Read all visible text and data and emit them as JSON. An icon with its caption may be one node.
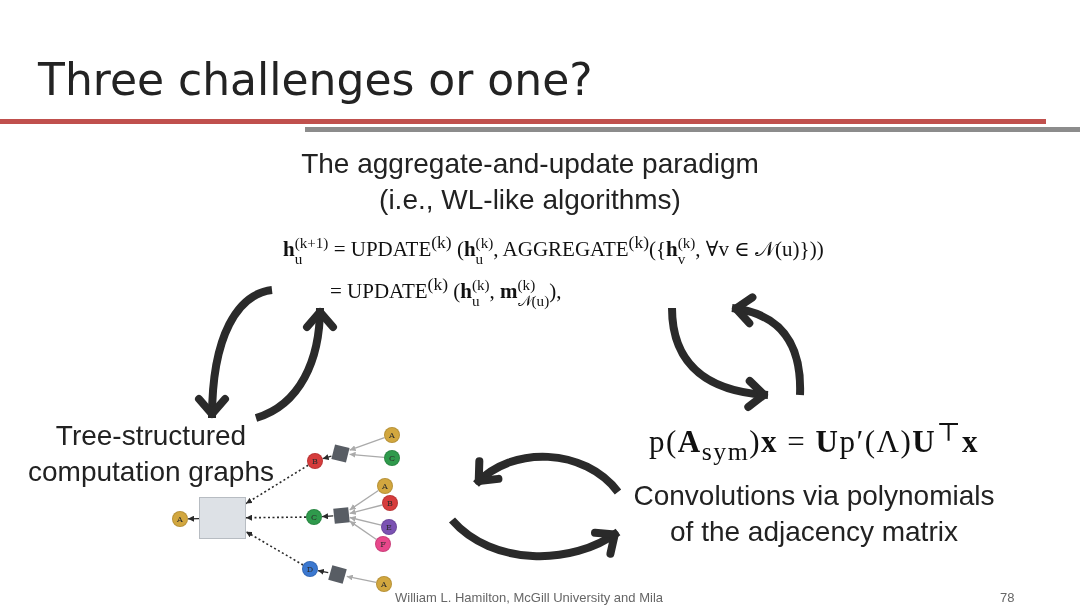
{
  "diagram": {
    "title": "Three challenges or one?",
    "nodes": [
      {
        "text": [
          "The aggregate-and-update paradigm (i.e., WL-like algorithms)",
          "**h**$_{u}$$^{(k+1)}$ = UPDATE$^{(k)}$ (**h**$_{u}$$^{(k)}$, AGGREGATE$^{(k)}$({**h**$_{v}$$^{(k)}$, ∀v ∈ 𝒩(u)}))",
          "= UPDATE$^{(k)}$ (**h**$_{u}$$^{(k)}$, **m**$_{𝒩(u)}$$^{(k)}$),"
        ]
      },
      {
        "text": [
          "Tree-structured computation graphs"
        ]
      },
      {
        "text": [
          "p(**A**$_{sym}$)**x** = **U**p′(Λ)**U**$^{⊤}$**x**",
          "Convolutions via polynomials of the adjacency matrix"
        ]
      },
      {
        "text": [
          "A"
        ]
      },
      {
        "text": [],
        "shape": "box"
      },
      {
        "text": [
          "B"
        ]
      },
      {
        "text": [],
        "shape": "box"
      },
      {
        "text": [
          "A"
        ]
      },
      {
        "text": [
          "C"
        ]
      },
      {
        "text": [
          "C"
        ]
      },
      {
        "text": [],
        "shape": "box"
      },
      {
        "text": [
          "A"
        ]
      },
      {
        "text": [
          "B"
        ]
      },
      {
        "text": [
          "E"
        ]
      },
      {
        "text": [
          "F"
        ]
      },
      {
        "text": [
          "D"
        ]
      },
      {
        "text": [],
        "shape": "box"
      },
      {
        "text": [
          "A"
        ]
      }
    ],
    "edges": [
      {
        "from": 0,
        "to": 1,
        "arrow": "to",
        "style": "thick"
      },
      {
        "from": 1,
        "to": 0,
        "arrow": "to",
        "style": "thick"
      },
      {
        "from": 0,
        "to": 2,
        "arrow": "to",
        "style": "thick"
      },
      {
        "from": 2,
        "to": 0,
        "arrow": "to",
        "style": "thick"
      },
      {
        "from": 2,
        "to": null,
        "arrow": "to",
        "style": "thick"
      },
      {
        "from": null,
        "to": 2,
        "arrow": "to",
        "style": "thick"
      },
      {
        "from": 4,
        "to": 3,
        "arrow": "to"
      },
      {
        "from": 5,
        "to": 4,
        "arrow": "to",
        "style": "dashed"
      },
      {
        "from": 9,
        "to": 4,
        "arrow": "to",
        "style": "dashed"
      },
      {
        "from": 15,
        "to": 4,
        "arrow": "to",
        "style": "dashed"
      },
      {
        "from": 6,
        "to": 5,
        "arrow": "to"
      },
      {
        "from": 7,
        "to": 6,
        "arrow": "to",
        "color": "#aaaaaa"
      },
      {
        "from": 8,
        "to": 6,
        "arrow": "to",
        "color": "#aaaaaa"
      },
      {
        "from": 10,
        "to": 9,
        "arrow": "to"
      },
      {
        "from": 11,
        "to": 10,
        "arrow": "to",
        "color": "#aaaaaa"
      },
      {
        "from": 12,
        "to": 10,
        "arrow": "to",
        "color": "#aaaaaa"
      },
      {
        "from": 13,
        "to": 10,
        "arrow": "to",
        "color": "#aaaaaa"
      },
      {
        "from": 14,
        "to": 10,
        "arrow": "to",
        "color": "#aaaaaa"
      },
      {
        "from": 16,
        "to": 15,
        "arrow": "to"
      },
      {
        "from": 17,
        "to": 16,
        "arrow": "to",
        "color": "#aaaaaa"
      }
    ],
    "labels": [
      "William L. Hamilton, McGill University and Mila",
      "78"
    ]
  }
}
